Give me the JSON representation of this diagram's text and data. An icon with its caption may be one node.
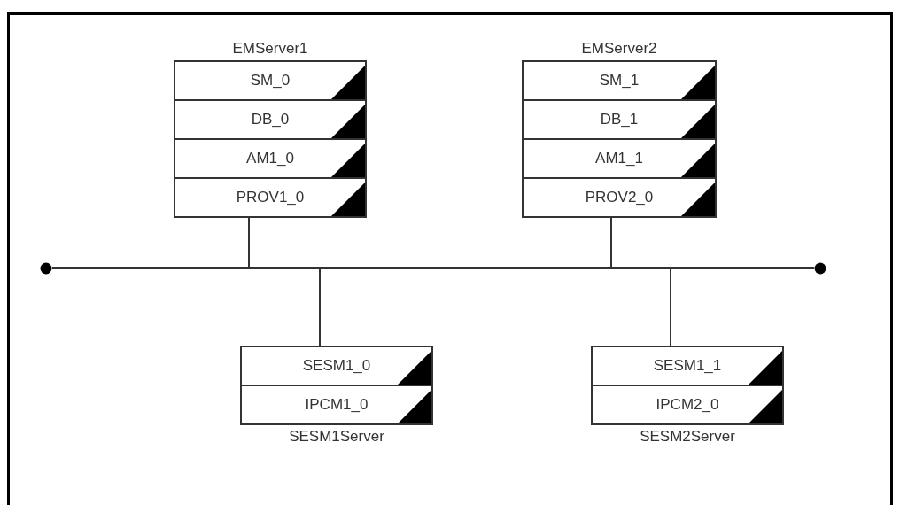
{
  "diagram": {
    "nodes": [
      {
        "text": [
          "EMServer1"
        ]
      },
      {
        "text": [
          "SM_0"
        ],
        "in": 0
      },
      {
        "text": [
          "DB_0"
        ],
        "in": 0
      },
      {
        "text": [
          "AM1_0"
        ],
        "in": 0
      },
      {
        "text": [
          "PROV1_0"
        ],
        "in": 0
      },
      {
        "text": [
          "EMServer2"
        ]
      },
      {
        "text": [
          "SM_1"
        ],
        "in": 5
      },
      {
        "text": [
          "DB_1"
        ],
        "in": 5
      },
      {
        "text": [
          "AM1_1"
        ],
        "in": 5
      },
      {
        "text": [
          "PROV2_0"
        ],
        "in": 5
      },
      {
        "text": [],
        "shape": "bar"
      },
      {
        "text": [
          "SESM1Server"
        ]
      },
      {
        "text": [
          "SESM1_0"
        ],
        "in": 11
      },
      {
        "text": [
          "IPCM1_0"
        ],
        "in": 11
      },
      {
        "text": [
          "SESM2Server"
        ]
      },
      {
        "text": [
          "SESM1_1"
        ],
        "in": 14
      },
      {
        "text": [
          "IPCM2_0"
        ],
        "in": 14
      }
    ],
    "edges": [
      {
        "from": 0,
        "to": 10,
        "arrow": "none"
      },
      {
        "from": 5,
        "to": 10,
        "arrow": "none"
      },
      {
        "from": 10,
        "to": 11,
        "arrow": "none"
      },
      {
        "from": 10,
        "to": 14,
        "arrow": "none"
      }
    ]
  }
}
